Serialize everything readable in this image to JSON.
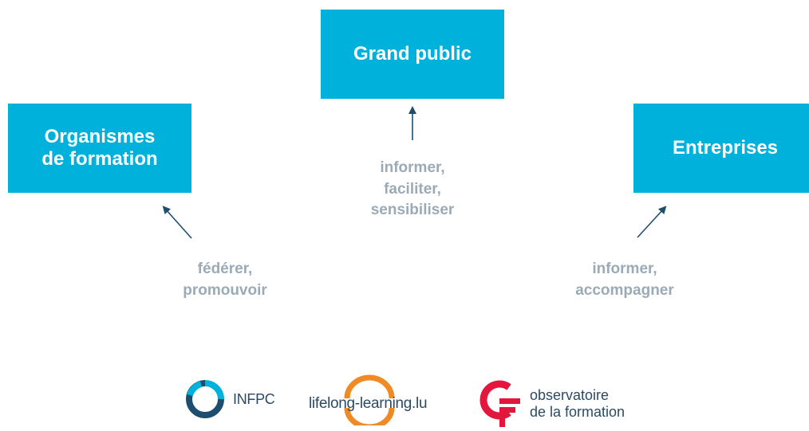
{
  "nodes": {
    "grand_public": "Grand public",
    "organismes": "Organismes\nde formation",
    "entreprises": "Entreprises"
  },
  "edge_labels": {
    "grand_public": "informer,\nfaciliter,\nsensibiliser",
    "organismes": "fédérer,\npromouvoir",
    "entreprises": "informer,\naccompagner"
  },
  "logos": {
    "infpc": "INFPC",
    "lifelong": "lifelong-learning.lu",
    "observatoire": "observatoire\nde la formation"
  },
  "colors": {
    "box": "#00b1dc",
    "label": "#9aabb7",
    "arrow": "#1d4e6e",
    "logo_text": "#2b4a64",
    "orange": "#f08a24",
    "red": "#e3173e"
  }
}
